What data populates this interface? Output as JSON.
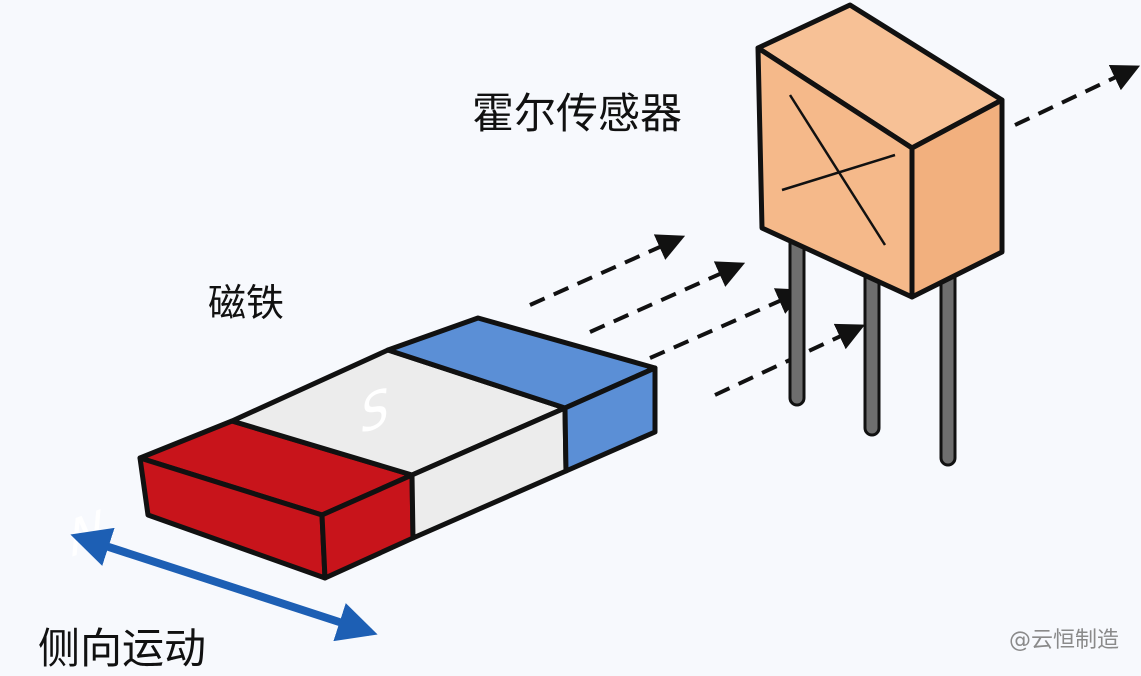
{
  "labels": {
    "sensor": "霍尔传感器",
    "magnet": "磁铁",
    "motion": "侧向运动",
    "north_pole": "N",
    "south_pole": "S"
  },
  "watermark": "@云恒制造",
  "colors": {
    "north": "#c8141b",
    "south": "#5b8fd6",
    "magnet_body": "#ececec",
    "sensor": "#f5b98a",
    "motion_arrow": "#1d5fb4",
    "legs": "#6e6e6e"
  }
}
